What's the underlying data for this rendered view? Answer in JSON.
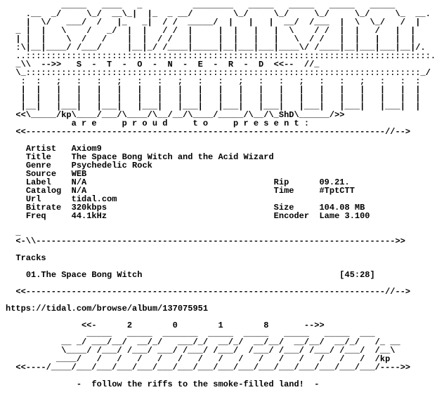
{
  "header_art": [
    "           _____   ____   _          ________   _____   _____   _____   _____",
    "    .__  _/     \\_/  __\\_|  |_  _ __/        \\_/     \\_/     \\_/     \\_/     \\_  __.",
    "    |  \\/   ___/  /   |_   _|  / /  _____/  |   |   |  __/  /___  |  \\  \\_/   /  |",
    "  _ |  |   \\    /   _/  |  |   / /  |     |  |   |   |  \\    / /  |  |   /   |  |",
    "  | |  |    \\  /   /    |  |  / /   |     |  |   |   |   \\  / /   |  |   |   |  |",
    "  :\\|__|____/ /___/     |__|_/ /____|_____|__|___|___|____\\/ /____|__|___|___|__|/.",
    "  ..::::::::::::::::::::::::::::::::::::::::::::::::::::::::::::::::::::::::::::::::.",
    "  _\\\\  -->>   S  -  T  -  O  -  N  -  E  -  R  -  D  <<--  //_",
    "  \\_::::::::::::::::::::::::::::::::::::::::::::::::::::::::::::::::::::::::::::::_/",
    "   :  :   ;   :   :   ;   :   :   ;   :   :   ;   :   :   ;   :   :   ;   :   :  :",
    "   |  |   |   |   |   |   |   |   |   |   |   |   |   |   |   |   |   |   |   |  |",
    "   |  |   |   |   |   |   |   |   |   |   |   |   |   |   |   |   |   |   |   |  |",
    "   |__|   |___|   |___|   |___|   |___|   |___|   |___|   |___|   |___|   |___|  |",
    "  <<\\_____/kp\\____/___/\\____/\\__/__/\\____/_____/\\__/\\_ShD\\______/>>"
  ],
  "present_line": "             a r e     p r o u d     t o     p r e s e n t :",
  "divider_top": "  <<-----------------------------------------------------------------------//-->",
  "release_info": [
    {
      "key": "Artist",
      "value": "Axiom9"
    },
    {
      "key": "Title",
      "value": "The Space Bong Witch and the Acid Wizard"
    },
    {
      "key": "Genre",
      "value": "Psychedelic Rock"
    },
    {
      "key": "Source",
      "value": "WEB"
    },
    {
      "key": "Label",
      "value": "N/A",
      "key2": "Rip",
      "value2": "09.21."
    },
    {
      "key": "Catalog",
      "value": "N/A",
      "key2": "Time",
      "value2": "#TptCTT"
    },
    {
      "key": "Url",
      "value": "tidal.com"
    },
    {
      "key": "Bitrate",
      "value": "320kbps",
      "key2": "Size",
      "value2": "104.08 MB"
    },
    {
      "key": "Freq",
      "value": "44.1kHz",
      "key2": "Encoder",
      "value2": "Lame 3.100"
    }
  ],
  "divider_mid_a": "  _",
  "divider_mid": "  <-\\\\----------------------------------------------------------------------->>",
  "tracks_heading": "Tracks",
  "tracks": [
    {
      "name": "01.The Space Bong Witch",
      "length": "[45:28]"
    }
  ],
  "divider_bottom": "  <<-----------------------------------------------------------------------//-->",
  "album_url": "https://tidal.com/browse/album/137075951",
  "year_line": "               <<-      2        0        1        8       -->>",
  "footer_art": [
    "                _____   _____  _______  _____  _____   _____   _____  ___",
    "           __ _/ ___/__/  __/_/   ___/_/  __/_/  __/__/  __/__/  __/_/   /_ __",
    "           \\____/ /___/ /___/ ___/ /___/ /___/  /___/ /___/ /___/ /___/  /__\\",
    "          ____/   /   /   /   /   /   /   /   /   /   /   /   /   /   /  /kp",
    "  <<----/____/___/___/___/___/___/___/___/___/___/___/___/___/___/___/___/---->>"
  ],
  "tagline": "              -  follow the riffs to the smoke-filled land!  -"
}
